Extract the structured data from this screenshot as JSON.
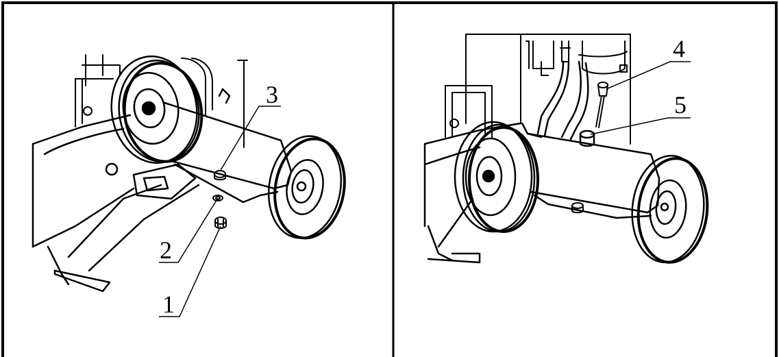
{
  "figure": {
    "left_panel": {
      "callouts": [
        {
          "id": "1",
          "label": "1"
        },
        {
          "id": "2",
          "label": "2"
        },
        {
          "id": "3",
          "label": "3"
        }
      ]
    },
    "right_panel": {
      "callouts": [
        {
          "id": "4",
          "label": "4"
        },
        {
          "id": "5",
          "label": "5"
        }
      ]
    }
  }
}
